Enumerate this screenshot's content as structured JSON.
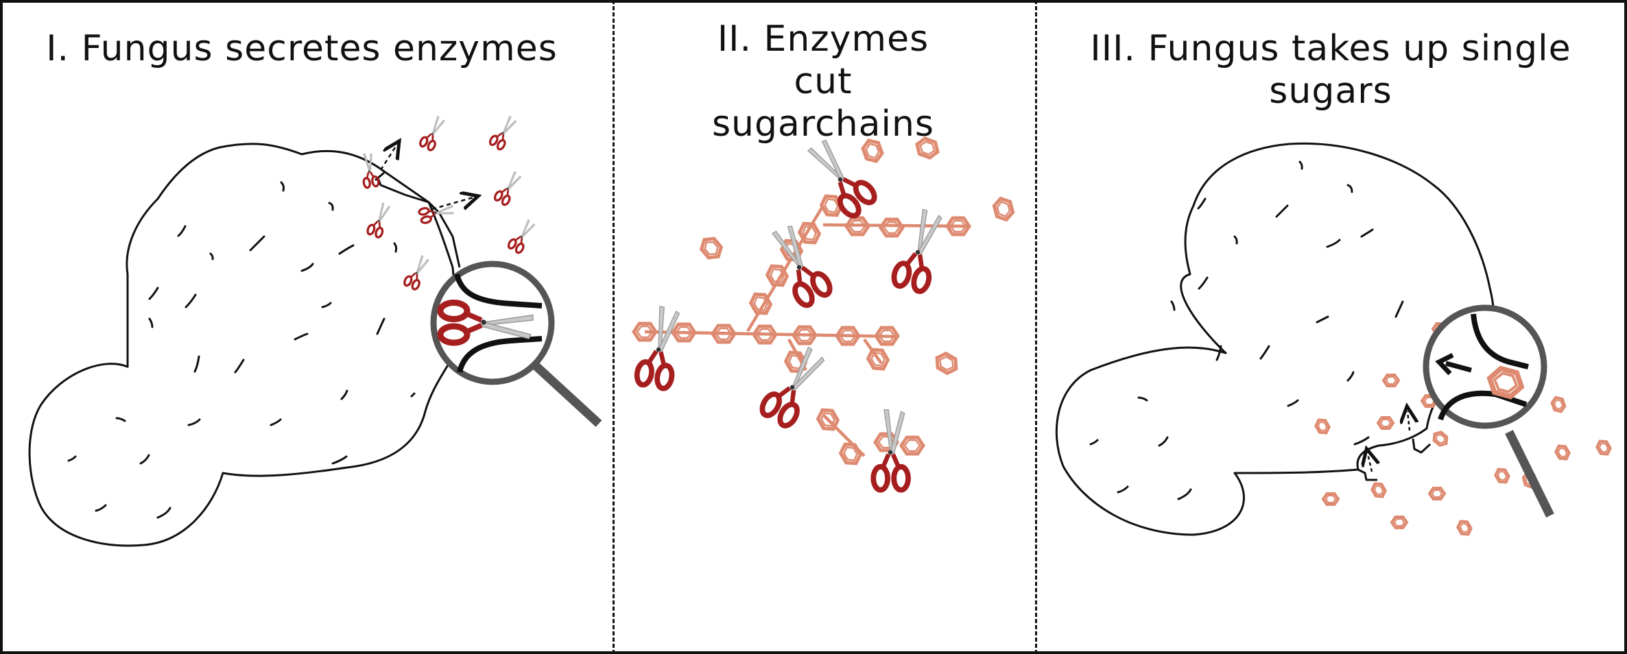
{
  "panels": [
    {
      "title": "I. Fungus secretes enzymes"
    },
    {
      "title": "II. Enzymes cut sugarchains"
    },
    {
      "title": "III. Fungus takes up single sugars"
    }
  ],
  "colors": {
    "outline": "#111111",
    "enzyme_handle": "#a61e1e",
    "enzyme_blade": "#c4c4c4",
    "sugar": "#de8a70",
    "magnifier": "#555555"
  },
  "icons": [
    "scissors-icon",
    "sugar-hexagon-icon",
    "magnifier-icon",
    "arrow-icon",
    "fungus-blob"
  ]
}
